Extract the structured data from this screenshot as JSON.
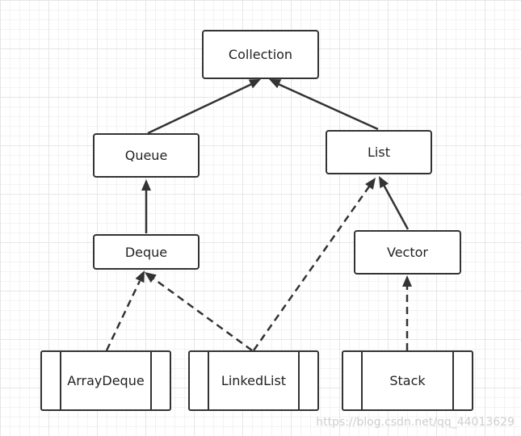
{
  "nodes": {
    "collection": "Collection",
    "queue": "Queue",
    "list": "List",
    "deque": "Deque",
    "vector": "Vector",
    "arraydeque": "ArrayDeque",
    "linkedlist": "LinkedList",
    "stack": "Stack"
  },
  "colors": {
    "line": "#333333",
    "grid": "#e6e6e6"
  },
  "watermark": "https://blog.csdn.net/qq_44013629"
}
